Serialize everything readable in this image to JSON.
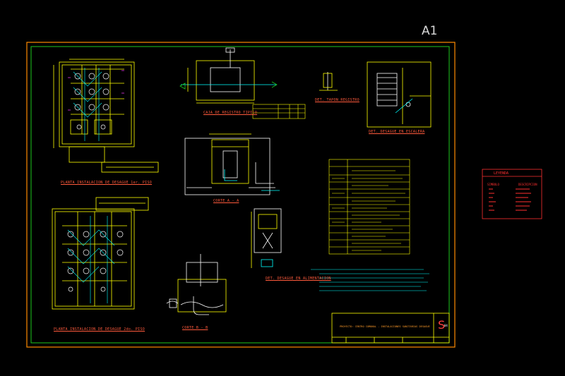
{
  "sheet_size": "A1",
  "colors": {
    "background": "#000000",
    "outer_border": "#ff8a00",
    "inner_border": "#1ec81e",
    "plan_lines": "#ffff00",
    "cyan_lines": "#00ffff",
    "white_lines": "#ffffff",
    "red_text": "#ff3030",
    "magenta": "#ff40ff"
  },
  "drawing_titles": {
    "plan_upper": "PLANTA INSTALACION DE DESAGUE 1er. PISO",
    "plan_lower": "PLANTA INSTALACION DE DESAGUE 2do. PISO",
    "register_plan": "CAJA DE REGISTRO TIPICO",
    "section_a": "CORTE A - A",
    "section_b": "CORTE B - B",
    "stair_detail": "DET. DESAGUE EN ESCALERA",
    "feed_detail": "DET. DESAGUE EN ALIMENTACION",
    "trap_detail": "DET. TAPON REGISTRO"
  },
  "legend_box": {
    "title": "LEYENDA",
    "col_left": "SIMBOLO",
    "col_right": "DESCRIPCION"
  },
  "title_block": {
    "sheet_code": "S",
    "sheet_number": "04",
    "project_text": "PROYECTO: CENTRO COMUNAL - INSTALACIONES SANITARIAS DESAGUE"
  }
}
